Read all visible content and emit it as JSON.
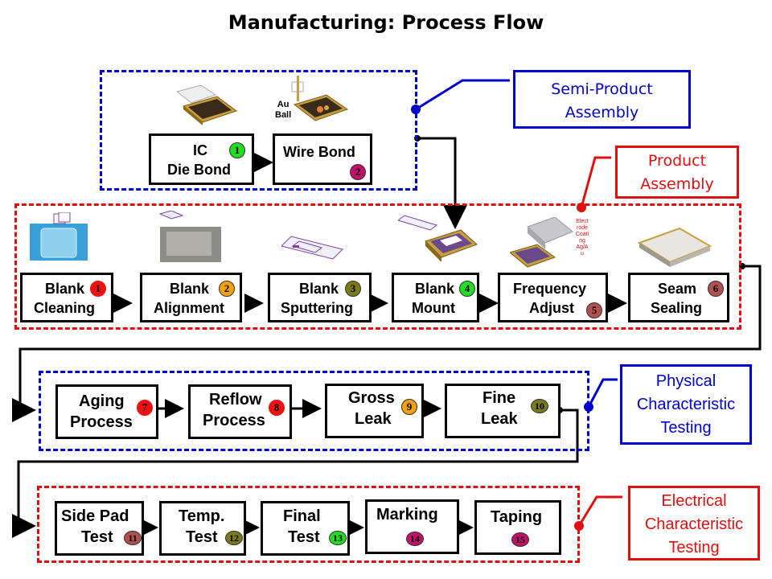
{
  "title": "Manufacturing: Process Flow",
  "groups": {
    "semi_product": {
      "label": "Semi-Product Assembly",
      "line1": "Semi-Product",
      "line2": "Assembly",
      "color": "#0000cc"
    },
    "product": {
      "label": "Product Assembly",
      "line1": "Product",
      "line2": "Assembly",
      "color": "#e01010"
    },
    "physical": {
      "label": "Physical Characteristic Testing",
      "line1": "Physical",
      "line2": "Characteristic",
      "line3": "Testing",
      "color": "#0000cc"
    },
    "electrical": {
      "label": "Electrical Characteristic Testing",
      "line1": "Electrical",
      "line2": "Characteristic",
      "line3": "Testing",
      "color": "#e01010"
    }
  },
  "steps": [
    {
      "id": "1",
      "line1": "IC",
      "line2": "Die Bond",
      "badge_color": "#22dd22"
    },
    {
      "id": "2",
      "line1": "Wire Bond",
      "line2": "",
      "badge_color": "#c0106a"
    },
    {
      "id": "1",
      "line1": "Blank",
      "line2": "Cleaning",
      "badge_color": "#ee1111"
    },
    {
      "id": "2",
      "line1": "Blank",
      "line2": "Alignment",
      "badge_color": "#f5a010"
    },
    {
      "id": "3",
      "line1": "Blank",
      "line2": "Sputtering",
      "badge_color": "#7a7a1a"
    },
    {
      "id": "4",
      "line1": "Blank",
      "line2": "Mount",
      "badge_color": "#22dd22"
    },
    {
      "id": "5",
      "line1": "Frequency",
      "line2": "Adjust",
      "badge_color": "#b05050"
    },
    {
      "id": "6",
      "line1": "Seam",
      "line2": "Sealing",
      "badge_color": "#b05050"
    },
    {
      "id": "7",
      "line1": "Aging",
      "line2": "Process",
      "badge_color": "#ee1111"
    },
    {
      "id": "8",
      "line1": "Reflow",
      "line2": "Process",
      "badge_color": "#ee1111"
    },
    {
      "id": "9",
      "line1": "Gross",
      "line2": "Leak",
      "badge_color": "#f5a010"
    },
    {
      "id": "10",
      "line1": "Fine",
      "line2": "Leak",
      "badge_color": "#7a7a1a"
    },
    {
      "id": "11",
      "line1": "Side Pad",
      "line2": "Test",
      "badge_color": "#b05050"
    },
    {
      "id": "12",
      "line1": "Temp.",
      "line2": "Test",
      "badge_color": "#7a7a1a"
    },
    {
      "id": "13",
      "line1": "Final",
      "line2": "Test",
      "badge_color": "#22dd22"
    },
    {
      "id": "14",
      "line1": "Marking",
      "line2": "",
      "badge_color": "#c0106a"
    },
    {
      "id": "15",
      "line1": "Taping",
      "line2": "",
      "badge_color": "#c0106a"
    }
  ],
  "annotations": {
    "au_ball_1": "Au",
    "au_ball_2": "Ball",
    "electrode": [
      "Elect",
      "rode",
      "Coati",
      "ng",
      "Ag/A",
      "u"
    ]
  },
  "images": [
    "ic-die-bond-package-image",
    "wire-bond-package-image",
    "cleaning-beaker-image",
    "alignment-fixture-image",
    "sputtering-blank-image",
    "blank-mount-package-image",
    "frequency-adjust-image",
    "seam-sealed-package-image"
  ]
}
